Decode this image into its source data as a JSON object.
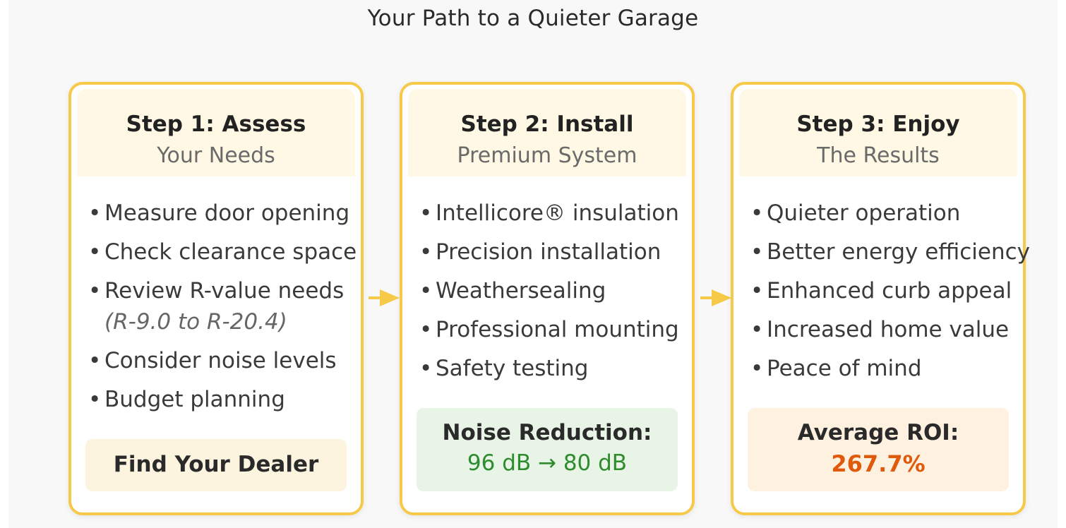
{
  "title": "Your Path to a Quieter Garage",
  "colors": {
    "card_border": "#f7c948",
    "card_header": "#fff8e4",
    "arrow": "#f7c948",
    "noise_value": "#2e8b2e",
    "roi_value": "#e05a0c"
  },
  "steps": [
    {
      "title": "Step 1: Assess",
      "subtitle": "Your Needs",
      "items": [
        "Measure door opening",
        "Check clearance space",
        "Review R-value needs",
        "Consider noise levels",
        "Budget planning"
      ],
      "item_note": "(R-9.0 to R-20.4)",
      "footer_label": "Find Your Dealer"
    },
    {
      "title": "Step 2: Install",
      "subtitle": "Premium System",
      "items": [
        "Intellicore® insulation",
        "Precision installation",
        "Weathersealing",
        "Professional mounting",
        "Safety testing"
      ],
      "footer_label": "Noise Reduction:",
      "footer_value": "96 dB → 80 dB"
    },
    {
      "title": "Step 3: Enjoy",
      "subtitle": "The Results",
      "items": [
        "Quieter operation",
        "Better energy efficiency",
        "Enhanced curb appeal",
        "Increased home value",
        "Peace of mind"
      ],
      "footer_label": "Average ROI:",
      "footer_value": "267.7%"
    }
  ],
  "bullet": "•"
}
